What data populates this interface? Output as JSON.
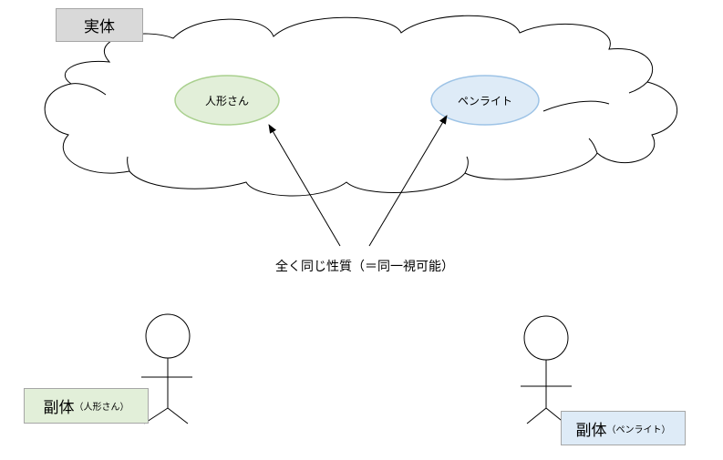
{
  "title": "実体",
  "entities": {
    "doll": "人形さん",
    "penlight": "ペンライト"
  },
  "caption": "全く同じ性質（＝同一視可能）",
  "subjects": [
    {
      "main": "副体",
      "sub": "（人形さん）"
    },
    {
      "main": "副体",
      "sub": "（ペンライト）"
    }
  ],
  "colors": {
    "doll_fill": "#e2efd9",
    "doll_stroke": "#a9d08e",
    "penlight_fill": "#deebf7",
    "penlight_stroke": "#9dc3e6",
    "title_fill": "#d9d9d9"
  }
}
